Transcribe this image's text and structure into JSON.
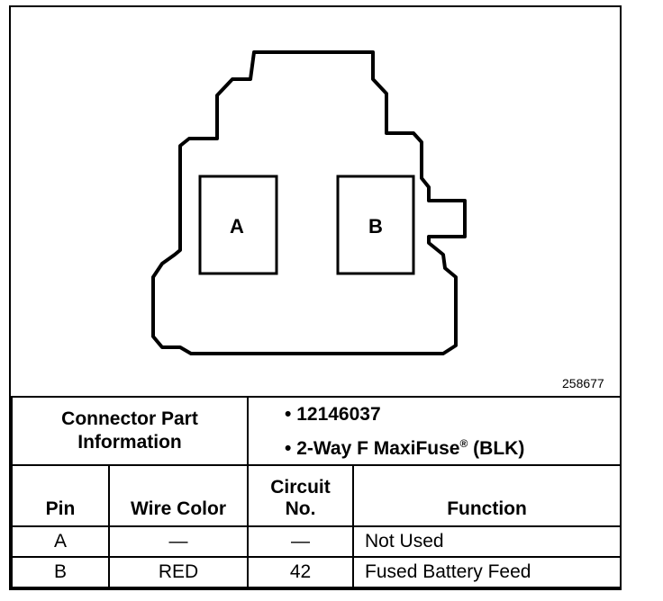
{
  "diagram": {
    "pin_labels": [
      "A",
      "B"
    ],
    "reference_number": "258677"
  },
  "connector_info": {
    "header": "Connector Part Information",
    "part_number": "12146037",
    "description_main": "2-Way F MaxiFuse",
    "description_reg": "®",
    "description_tail": " (BLK)",
    "bullet": "•"
  },
  "table": {
    "headers": {
      "pin": "Pin",
      "wire_color": "Wire Color",
      "circuit_line1": "Circuit",
      "circuit_line2": "No.",
      "function": "Function"
    },
    "rows": [
      {
        "pin": "A",
        "wire_color": "—",
        "circuit": "—",
        "function": "Not Used"
      },
      {
        "pin": "B",
        "wire_color": "RED",
        "circuit": "42",
        "function": "Fused Battery Feed"
      }
    ]
  }
}
